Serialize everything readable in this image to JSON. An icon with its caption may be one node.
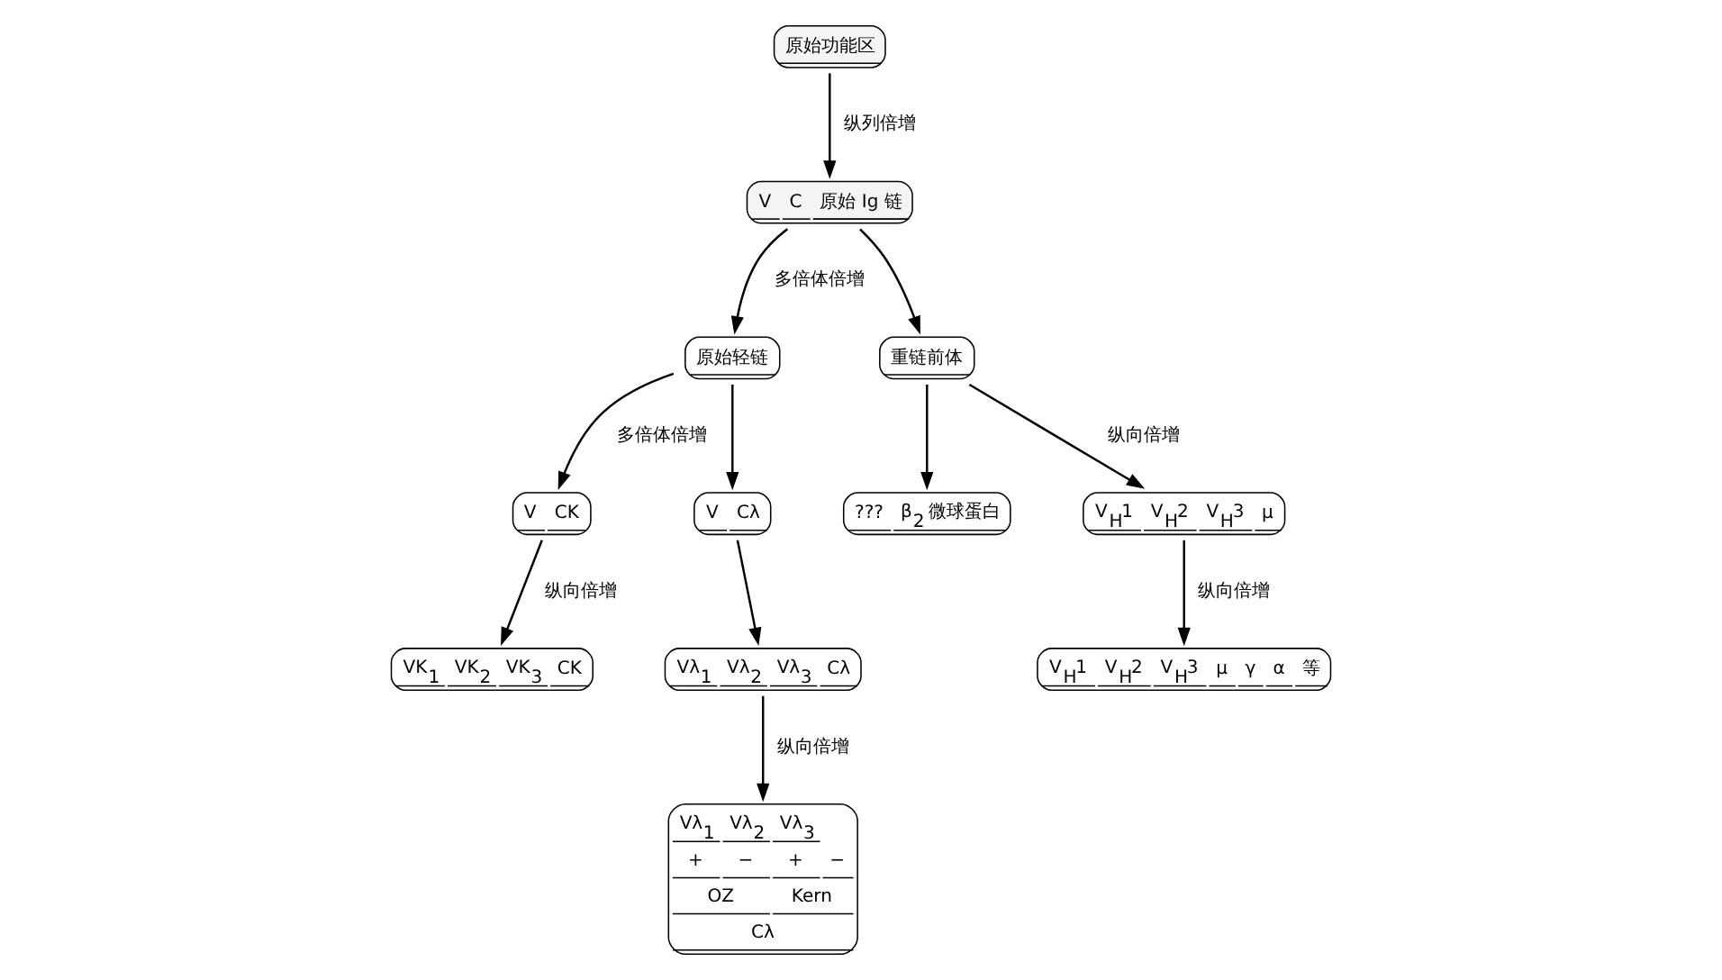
{
  "diagram": {
    "nodes": [
      {
        "text": [
          "原始功能区"
        ]
      },
      {
        "text": [
          "V",
          "C",
          "原始 Ig 链"
        ]
      },
      {
        "text": [
          "原始轻链"
        ]
      },
      {
        "text": [
          "重链前体"
        ]
      },
      {
        "text": [
          "V",
          "CK"
        ]
      },
      {
        "text": [
          "V",
          "Cλ"
        ]
      },
      {
        "text": [
          "VK$_{1}$",
          "VK$_{2}$",
          "VK$_{3}$",
          "CK"
        ]
      },
      {
        "text": [
          "Vλ$_{1}$",
          "Vλ$_{2}$",
          "Vλ$_{3}$",
          "Cλ"
        ]
      },
      {
        "text": [
          "Vλ$_{1}$",
          "Vλ$_{2}$",
          "Vλ$_{3}$",
          "+",
          "−",
          "+",
          "−",
          "OZ",
          "Kern",
          "Cλ"
        ]
      },
      {
        "text": [
          "???",
          "β$_{2}$ 微球蛋白"
        ]
      },
      {
        "text": [
          "V$_{H}$1",
          "V$_{H}$2",
          "V$_{H}$3",
          "μ"
        ]
      },
      {
        "text": [
          "V$_{H}$1",
          "V$_{H}$2",
          "V$_{H}$3",
          "μ",
          "γ",
          "α",
          "等"
        ]
      }
    ],
    "edges": [
      {
        "from": 0,
        "to": 1,
        "arrow": "to",
        "label": "纵列倍增"
      },
      {
        "from": 1,
        "to": 2,
        "arrow": "to",
        "label": "多倍体倍增"
      },
      {
        "from": 1,
        "to": 3,
        "arrow": "to"
      },
      {
        "from": 2,
        "to": 4,
        "arrow": "to",
        "label": "多倍体倍增"
      },
      {
        "from": 2,
        "to": 5,
        "arrow": "to"
      },
      {
        "from": 4,
        "to": 6,
        "arrow": "to",
        "label": "纵向倍增"
      },
      {
        "from": 5,
        "to": 7,
        "arrow": "to"
      },
      {
        "from": 3,
        "to": 10,
        "arrow": "to",
        "label": "纵向倍增"
      },
      {
        "from": 3,
        "to": 9,
        "arrow": "to"
      },
      {
        "from": 7,
        "to": 8,
        "arrow": "to",
        "label": "纵向倍增"
      },
      {
        "from": 10,
        "to": 11,
        "arrow": "to",
        "label": "纵向倍增"
      }
    ]
  }
}
